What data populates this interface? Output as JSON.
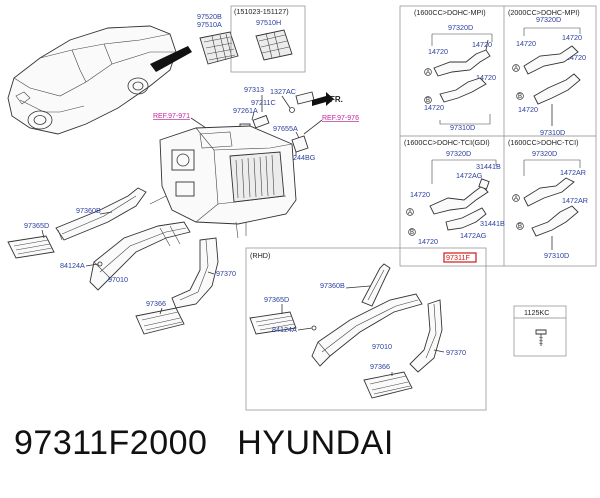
{
  "caption": {
    "part_number": "97311F2000",
    "brand": "HYUNDAI"
  },
  "main_labels": {
    "lbl_97520B": "97520B",
    "lbl_97510A": "97510A",
    "box_151023": "(151023-151127)",
    "lbl_97510H": "97510H",
    "lbl_97313": "97313",
    "lbl_1327AC": "1327AC",
    "lbl_97211C": "97211C",
    "lbl_97261A": "97261A",
    "fr": "FR.",
    "ref_971": "REF.97-971",
    "ref_976": "REF.97-976",
    "lbl_97655A": "97655A",
    "lbl_1244BG": "1244BG",
    "lbl_97360B": "97360B",
    "lbl_97365D": "97365D",
    "lbl_84124A": "84124A",
    "lbl_97010": "97010",
    "lbl_97370": "97370",
    "lbl_97366": "97366"
  },
  "rhd": {
    "title": "(RHD)",
    "lbl_97360B": "97360B",
    "lbl_97365D": "97365D",
    "lbl_84124A": "84124A",
    "lbl_97010": "97010",
    "lbl_97370": "97370",
    "lbl_97366": "97366"
  },
  "panel_mpi16": {
    "title": "(1600CC>DOHC-MPI)",
    "lbl_97320D": "97320D",
    "lbl_14720_a": "14720",
    "lbl_14720_b": "14720",
    "lbl_14720_c": "14720",
    "lbl_14720_d": "14720",
    "lbl_97310D": "97310D",
    "circ_a": "A",
    "circ_b": "B"
  },
  "panel_mpi20": {
    "title": "(2000CC>DOHC-MPI)",
    "lbl_97320D": "97320D",
    "lbl_14720_a": "14720",
    "lbl_14720_b": "14720",
    "lbl_14720_c": "14720",
    "lbl_14720_d": "14720",
    "lbl_97310D": "97310D",
    "circ_a": "A",
    "circ_b": "B"
  },
  "panel_tgdi": {
    "title": "(1600CC>DOHC-TCI(GDI)",
    "lbl_97320D": "97320D",
    "lbl_31441B_a": "31441B",
    "lbl_1472AG_a": "1472AG",
    "lbl_14720_a": "14720",
    "lbl_31441B_b": "31441B",
    "lbl_1472AG_b": "1472AG",
    "lbl_14720_b": "14720",
    "lbl_97311F": "97311F",
    "circ_a": "A",
    "circ_b": "B"
  },
  "panel_tci": {
    "title": "(1600CC>DOHC-TCI)",
    "lbl_97320D": "97320D",
    "lbl_1472AR_a": "1472AR",
    "lbl_1472AR_b": "1472AR",
    "lbl_97310D": "97310D",
    "circ_a": "A",
    "circ_b": "B"
  },
  "box_1125": {
    "title": "1125KC"
  },
  "colors": {
    "label_blue": "#2a3f9e",
    "ref_magenta": "#c0269a",
    "line": "#333333",
    "highlight_red": "#d01818"
  }
}
